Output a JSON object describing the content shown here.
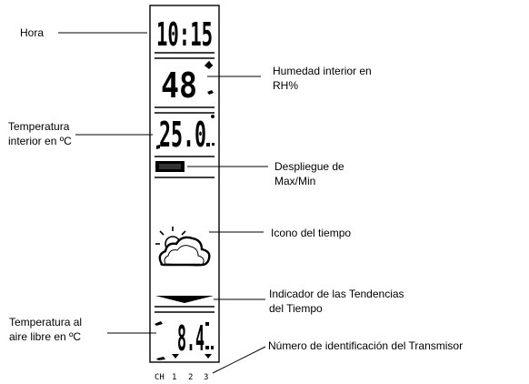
{
  "labels": {
    "hora": "Hora",
    "humedad": "Humedad interior en\nRH%",
    "temp_interior": "Temperatura\ninterior en ºC",
    "maxmin": "Despliegue de\nMax/Min",
    "icono": "Icono del tiempo",
    "tendencias": "Indicador de las Tendencias\ndel Tiempo",
    "temp_exterior": "Temperatura al\naire libre en ºC",
    "transmisor": "Número de identificación del Transmisor"
  },
  "display": {
    "time": "10:15",
    "humidity": "48",
    "indoor_temp": "25.0",
    "outdoor_temp": "8.4",
    "channel_prefix": "CH",
    "channels": [
      "1",
      "2",
      "3"
    ]
  },
  "colors": {
    "ink": "#000000",
    "background": "#ffffff"
  },
  "icons": {
    "weather": "sun-behind-cloud-icon",
    "trend": "trend-arrow-down-icon"
  }
}
